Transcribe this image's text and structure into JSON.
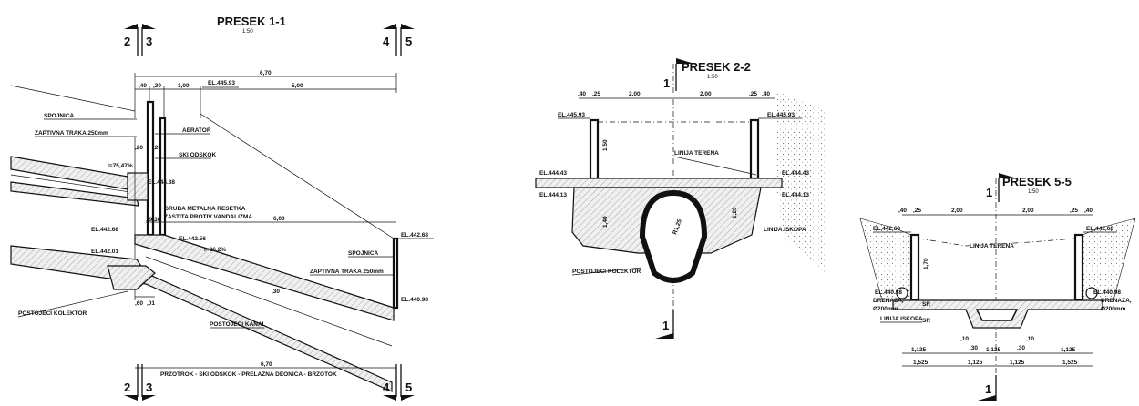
{
  "sections": {
    "s11": {
      "title": "PRESEK 1-1",
      "scale": "1:50",
      "cut_left_a": "2",
      "cut_left_b": "3",
      "cut_right_a": "4",
      "cut_right_b": "5",
      "dims_top": [
        "6,70",
        ",40",
        ",30",
        "1,00",
        "5,00"
      ],
      "dim_mid": "6,00",
      "dim_20a": ",20",
      "dim_20b": ",20",
      "dim_30": "19,30",
      "dim_bottom_a": ",60",
      "dim_bottom_b": ",01",
      "dim_total": "6,70",
      "dim_total_label": "PRZOTROK - SKI ODSKOK - PRELAZNA DEONICA - BRZOTOK",
      "labels": {
        "spojnica_1": "SPOJNICA",
        "zaptivna_1": "ZAPTIVNA TRAKA 250mm",
        "aerator": "AERATOR",
        "ski_odskok": "SKI ODSKOK",
        "slope_1": "I=75,47%",
        "slope_2": "I=26,2%",
        "resetka_1": "GRUBA METALNA RESETKA",
        "resetka_2": "ZASTITA PROTIV VANDALIZMA",
        "spojnica_2": "SPOJNICA",
        "zaptivna_2": "ZAPTIVNA TRAKA 250mm",
        "postojeci_kanal": "POSTOJECI KANAL",
        "postojeci_kolektor": "POSTOJECI KOLEKTOR",
        "el_1": "EL.445.93",
        "el_2": "EL.444.38",
        "el_3": "EL.442.56",
        "el_4": "EL.442.68",
        "el_5": "EL.442.01",
        "el_6": "EL.442.68",
        "el_7": "EL.440.98",
        "thk_1": ",30"
      }
    },
    "s22": {
      "title": "PRESEK 2-2",
      "scale": "1:50",
      "cut_top": "1",
      "cut_bottom": "1",
      "dims_top": [
        ",40",
        ",25",
        "2,00",
        "2,00",
        ",25",
        ",40"
      ],
      "labels": {
        "el_tl": "EL.445.93",
        "el_tr": "EL.445.93",
        "el_ml": "EL.444.43",
        "el_mr": "EL.444.43",
        "el_bl": "EL.444.13",
        "el_br": "EL.444.13",
        "linija_terena": "LINIJA TERENA",
        "linija_iskopa": "LINIJA ISKOPA",
        "postojeci_kolektor": "POSTOJECI KOLEKTOR",
        "h_wall": "1,50",
        "h_mid": "1,20",
        "h_side": "1,40",
        "r": "R1,25"
      }
    },
    "s55": {
      "title": "PRESEK 5-5",
      "scale": "1:50",
      "cut_top": "1",
      "cut_bottom": "1",
      "dims_top": [
        ",40",
        ",25",
        "2,00",
        "2,00",
        ",25",
        ",40"
      ],
      "dims_small": [
        ",10",
        ",30",
        ",30",
        ",10"
      ],
      "dims_row1": [
        "1,125",
        "1,125",
        "1,125"
      ],
      "dims_row2": [
        "1,525",
        "1,125",
        "1,125",
        "1,525"
      ],
      "labels": {
        "el_tl": "EL.442.68",
        "el_tr": "EL.442.68",
        "el_bl": "EL.440.98",
        "el_br": "EL.440.98",
        "linija_terena": "LINIJA TERENA",
        "linija_iskopa": "LINIJA ISKOPA",
        "drenaza_l1": "DRENAZA,",
        "drenaza_l2": "Ø200mm",
        "drenaza_r1": "DRENAZA,",
        "drenaza_r2": "Ø200mm",
        "h_wall": "1,70",
        "sr_1": "SR",
        "sr_2": "SR"
      }
    }
  }
}
